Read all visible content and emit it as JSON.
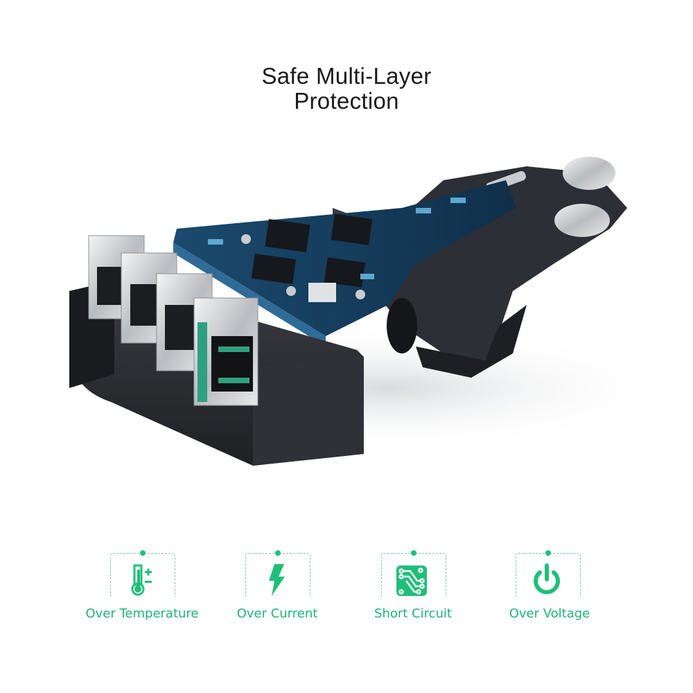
{
  "title": {
    "line1": "Safe Multi-Layer",
    "line2": "Protection"
  },
  "product": {
    "subject": "4-port USB car charger cutaway showing circuit board",
    "usb_port_count": 4
  },
  "features": [
    {
      "label": "Over Temperature",
      "icon": "thermometer-icon"
    },
    {
      "label": "Over Current",
      "icon": "lightning-bolt-icon"
    },
    {
      "label": "Short Circuit",
      "icon": "circuit-board-icon"
    },
    {
      "label": "Over Voltage",
      "icon": "power-icon"
    }
  ],
  "colors": {
    "accent_green": "#1fbf7a",
    "label_green": "#1fb377",
    "title_text": "#1a1a1a",
    "body_dark": "#2b2d31",
    "pcb_blue": "#1d4f73"
  }
}
